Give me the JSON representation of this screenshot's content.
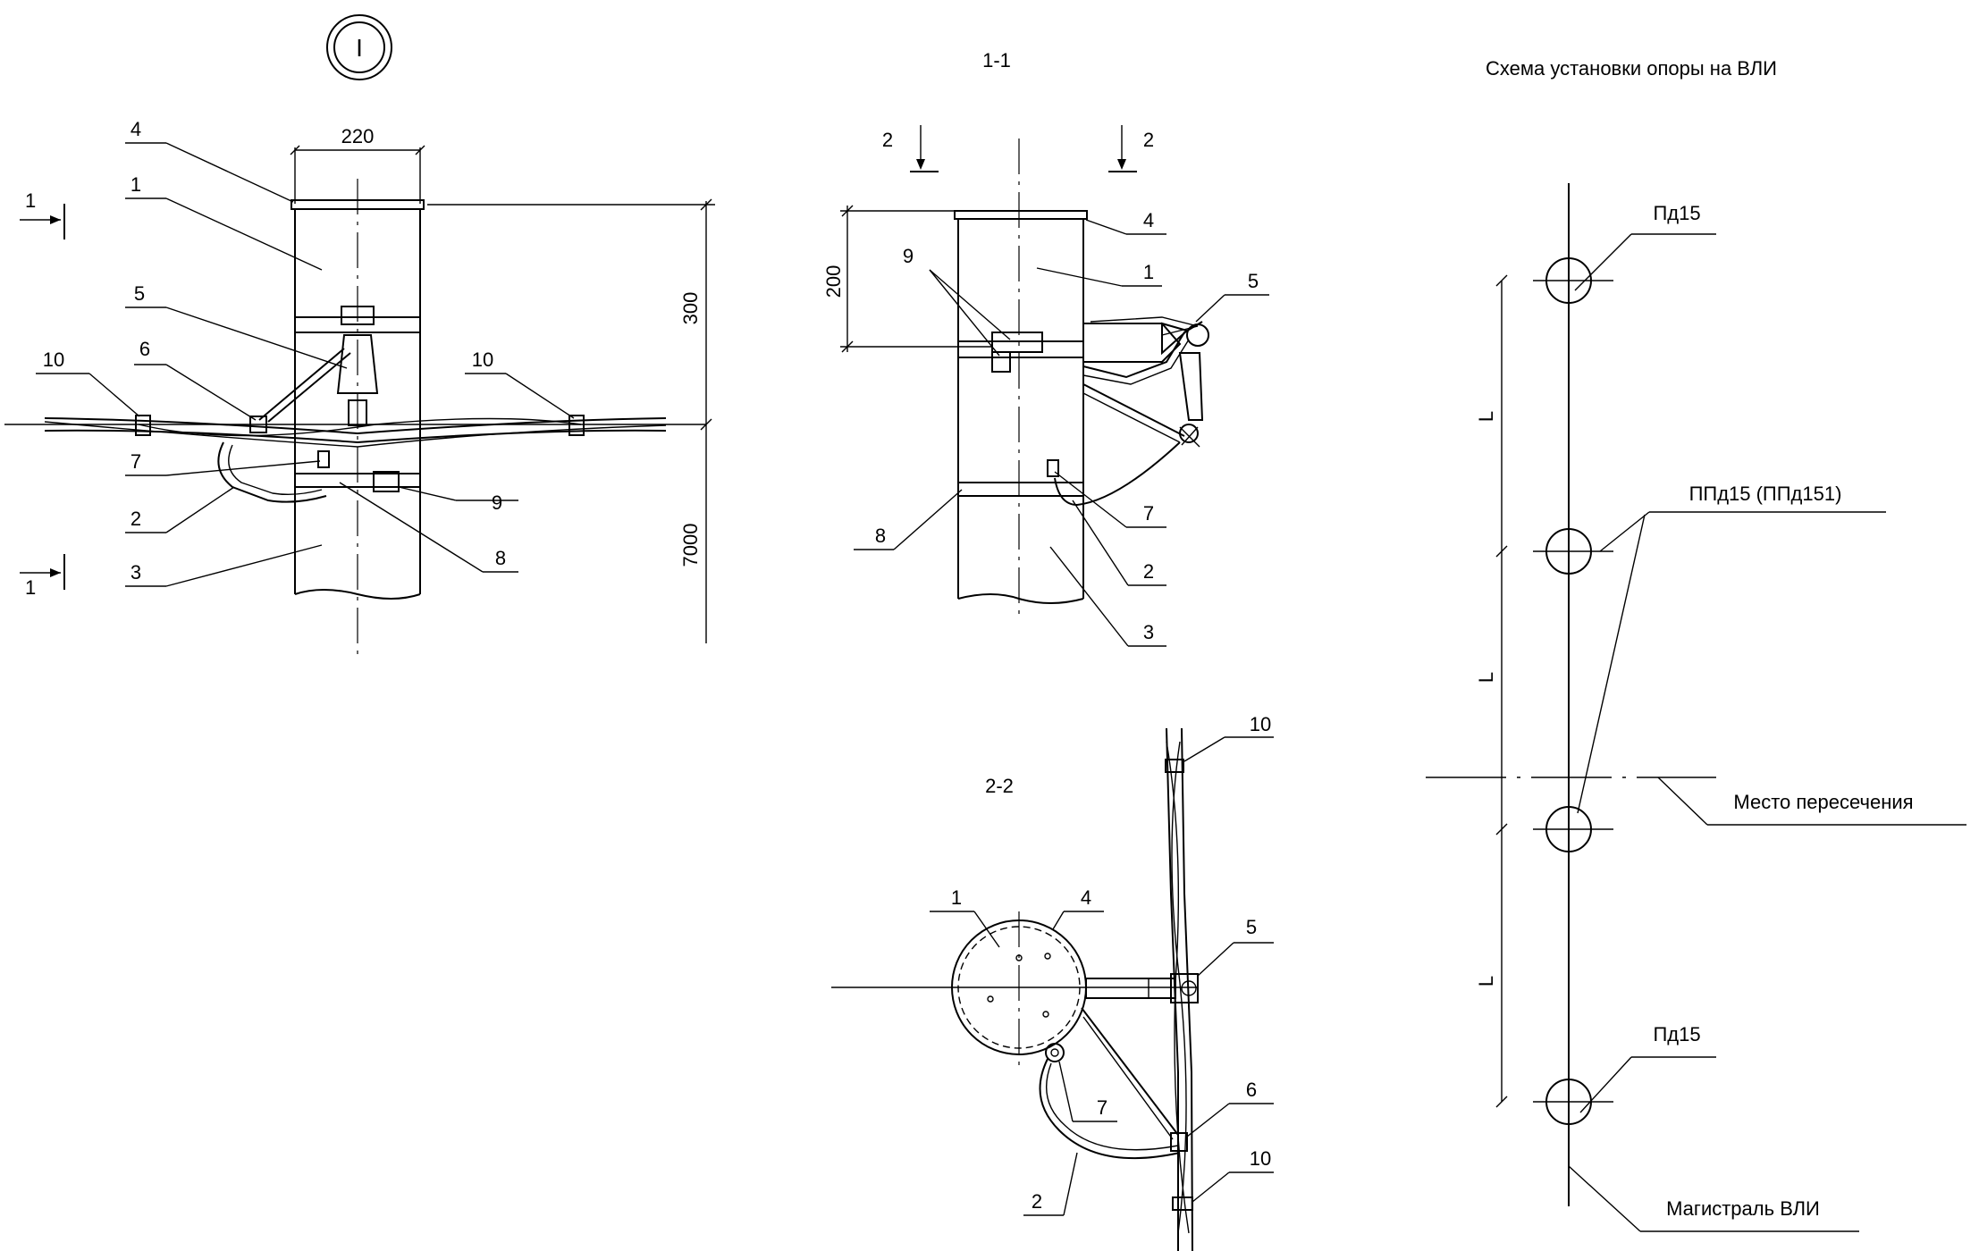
{
  "section_marker": "I",
  "views": {
    "front": {
      "callouts": {
        "c1": "1",
        "c2": "2",
        "c3": "3",
        "c4": "4",
        "c5": "5",
        "c6": "6",
        "c7": "7",
        "c8": "8",
        "c9": "9",
        "c10a": "10",
        "c10b": "10"
      },
      "dims": {
        "width": "220",
        "top": "300",
        "total": "7000"
      },
      "cut_marks": {
        "upper": "1",
        "lower": "1"
      }
    },
    "section_1_1": {
      "title": "1-1",
      "callouts": {
        "c1": "1",
        "c2": "2",
        "c3": "3",
        "c4": "4",
        "c5": "5",
        "c7": "7",
        "c8": "8",
        "c9": "9"
      },
      "dims": {
        "h": "200"
      },
      "cut_marks": {
        "left": "2",
        "right": "2"
      }
    },
    "section_2_2": {
      "title": "2-2",
      "callouts": {
        "c1": "1",
        "c2": "2",
        "c4": "4",
        "c5": "5",
        "c6": "6",
        "c7": "7",
        "c10a": "10",
        "c10b": "10"
      }
    },
    "scheme": {
      "title": "Схема установки опоры на ВЛИ",
      "span_label": "L",
      "labels": {
        "top": "Пд15",
        "middle": "ППд15 (ППд151)",
        "crossing": "Место пересечения",
        "bottom": "Пд15",
        "main": "Магистраль ВЛИ"
      }
    }
  }
}
